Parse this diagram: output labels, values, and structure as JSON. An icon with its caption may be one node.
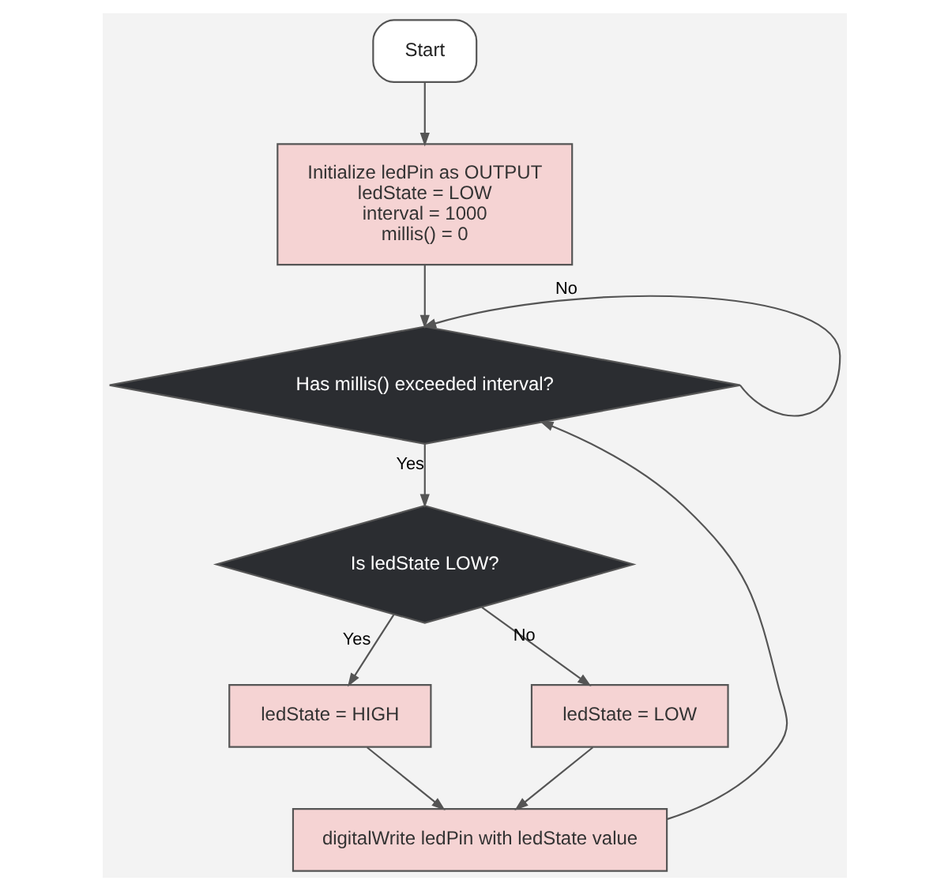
{
  "diagram": {
    "nodes": [
      {
        "text": [
          "Start"
        ]
      },
      {
        "text": [
          "Initialize ledPin as OUTPUT",
          "ledState = LOW",
          "interval = 1000",
          "millis() = 0"
        ]
      },
      {
        "text": [
          "Has millis() exceeded interval?"
        ]
      },
      {
        "text": [
          "Is ledState LOW?"
        ]
      },
      {
        "text": [
          "ledState = HIGH"
        ]
      },
      {
        "text": [
          "ledState = LOW"
        ]
      },
      {
        "text": [
          "digitalWrite ledPin with ledState value"
        ]
      }
    ],
    "edges": [
      {
        "from": 0,
        "to": 1,
        "arrow": "to"
      },
      {
        "from": 1,
        "to": 2,
        "arrow": "to"
      },
      {
        "from": 2,
        "to": 2,
        "arrow": "to",
        "label": "No"
      },
      {
        "from": 2,
        "to": 3,
        "arrow": "to",
        "label": "Yes"
      },
      {
        "from": 3,
        "to": 4,
        "arrow": "to",
        "label": "Yes"
      },
      {
        "from": 3,
        "to": 5,
        "arrow": "to",
        "label": "No"
      },
      {
        "from": 4,
        "to": 6,
        "arrow": "to"
      },
      {
        "from": 5,
        "to": 6,
        "arrow": "to"
      },
      {
        "from": 6,
        "to": 2,
        "arrow": "to"
      }
    ]
  }
}
